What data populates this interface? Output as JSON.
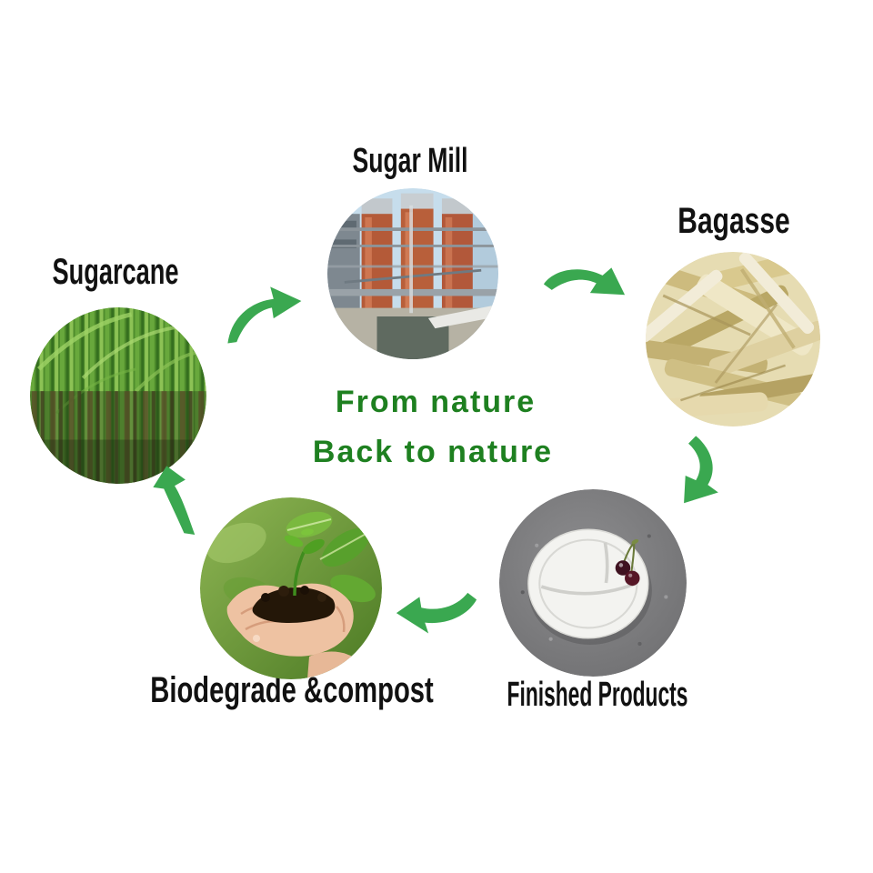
{
  "diagram": {
    "background": "#ffffff",
    "label_color": "#111111",
    "arrow_color": "#3aa850",
    "center": {
      "line1": "From nature",
      "line2": "Back to nature",
      "color": "#1e8020"
    },
    "nodes": [
      {
        "id": "sugarcane",
        "label": "Sugarcane",
        "photo": "sugarcane-field-photo",
        "photo_alt": "green sugarcane stalks growing in a field"
      },
      {
        "id": "sugar-mill",
        "label": "Sugar Mill",
        "photo": "sugar-mill-factory-photo",
        "photo_alt": "industrial sugar mill with rust-red tanks and pipes"
      },
      {
        "id": "bagasse",
        "label": "Bagasse",
        "photo": "bagasse-fiber-pile-photo",
        "photo_alt": "pile of dried beige bagasse fiber strips"
      },
      {
        "id": "finished-products",
        "label": "Finished Products",
        "photo": "bagasse-plate-photo",
        "photo_alt": "white 3-compartment bagasse plate with two cherries on gray felt"
      },
      {
        "id": "biodegrade",
        "label": "Biodegrade &compost",
        "photo": "hands-holding-soil-seedling-photo",
        "photo_alt": "cupped hands holding dark soil with a green seedling"
      }
    ],
    "arrows": [
      {
        "id": "arrow-sugarcane-to-mill",
        "from": "sugarcane",
        "to": "sugar-mill"
      },
      {
        "id": "arrow-mill-to-bagasse",
        "from": "sugar-mill",
        "to": "bagasse"
      },
      {
        "id": "arrow-bagasse-to-finished",
        "from": "bagasse",
        "to": "finished-products"
      },
      {
        "id": "arrow-finished-to-biodegrade",
        "from": "finished-products",
        "to": "biodegrade"
      },
      {
        "id": "arrow-biodegrade-to-sugarcane",
        "from": "biodegrade",
        "to": "sugarcane"
      }
    ]
  }
}
